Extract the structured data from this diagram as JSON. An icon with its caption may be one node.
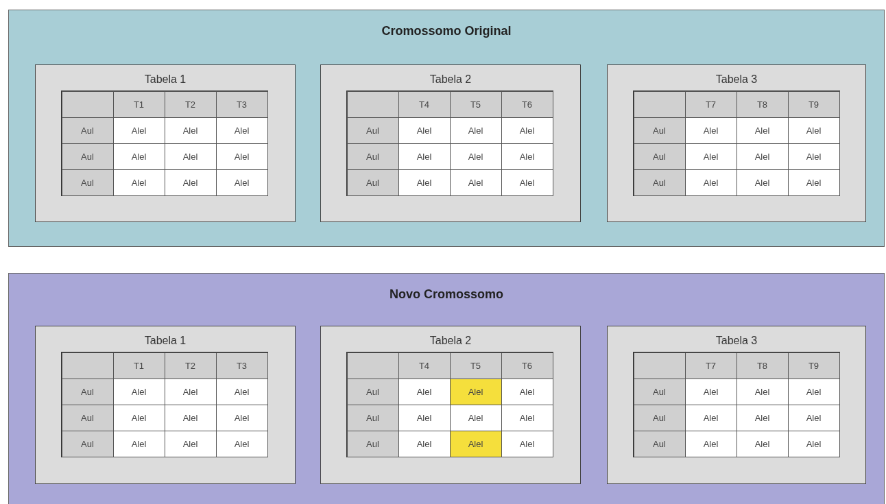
{
  "diagram": {
    "nodes": [
      {
        "text": [
          "Cromossomo Original"
        ]
      },
      {
        "text": [
          "Tabela 1"
        ],
        "in": 0
      },
      {
        "text": [
          "Tabela 2"
        ],
        "in": 0
      },
      {
        "text": [
          "Tabela 3"
        ],
        "in": 0
      },
      {
        "text": [
          "Novo Cromossomo"
        ]
      },
      {
        "text": [
          "Tabela 1"
        ],
        "in": 4
      },
      {
        "text": [
          "Tabela 2"
        ],
        "in": 4
      },
      {
        "text": [
          "Tabela 3"
        ],
        "in": 4
      }
    ],
    "labels": [
      "T1",
      "T2",
      "T3",
      "Aul",
      "Alel",
      "Alel",
      "Alel",
      "Aul",
      "Alel",
      "Alel",
      "Alel",
      "Aul",
      "Alel",
      "Alel",
      "Alel",
      "T4",
      "T5",
      "T6",
      "Aul",
      "Alel",
      "Alel",
      "Alel",
      "Aul",
      "Alel",
      "Alel",
      "Alel",
      "Aul",
      "Alel",
      "Alel",
      "Alel",
      "T7",
      "T8",
      "T9",
      "Aul",
      "Alel",
      "Alel",
      "Alel",
      "Aul",
      "Alel",
      "Alel",
      "Alel",
      "Aul",
      "Alel",
      "Alel",
      "Alel",
      "T1",
      "T2",
      "T3",
      "Aul",
      "Alel",
      "Alel",
      "Alel",
      "Aul",
      "Alel",
      "Alel",
      "Alel",
      "Aul",
      "Alel",
      "Alel",
      "Alel",
      "T4",
      "T5",
      "T6",
      "Aul",
      "Alel",
      "Alel",
      "Alel",
      "Aul",
      "Alel",
      "Alel",
      "Alel",
      "Aul",
      "Alel",
      "Alel",
      "Alel",
      "T7",
      "T8",
      "T9",
      "Aul",
      "Alel",
      "Alel",
      "Alel",
      "Aul",
      "Alel",
      "Alel",
      "Alel",
      "Aul",
      "Alel",
      "Alel",
      "Alel"
    ]
  }
}
